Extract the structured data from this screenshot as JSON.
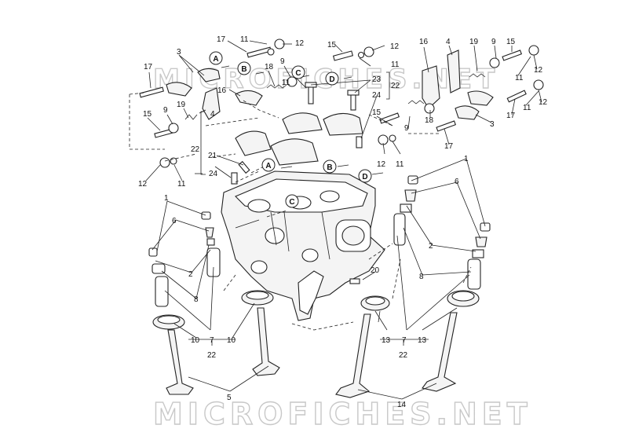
{
  "watermarks": {
    "top": "MICROFICHES.NET",
    "bottom": "MICROFICHES.NET"
  },
  "circle_labels": [
    "A",
    "B",
    "C",
    "D"
  ],
  "labels": {
    "n1": "1",
    "n2": "2",
    "n3": "3",
    "n4": "4",
    "n5": "5",
    "n6": "6",
    "n7": "7",
    "n8": "8",
    "n9": "9",
    "n10": "10",
    "n11": "11",
    "n12": "12",
    "n13": "13",
    "n14": "14",
    "n15": "15",
    "n16": "16",
    "n17": "17",
    "n18": "18",
    "n19": "19",
    "n20": "20",
    "n21": "21",
    "n22": "22",
    "n23": "23",
    "n24": "24"
  }
}
